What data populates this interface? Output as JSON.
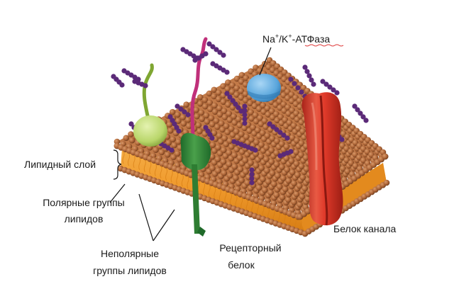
{
  "labels": {
    "atpase_na": "Na",
    "atpase_sup1": "+",
    "atpase_mid": "/K",
    "atpase_sup2": "+",
    "atpase_rest": "-АТФаза",
    "lipid_layer": "Липидный слой",
    "polar_line1": "Полярные группы",
    "polar_line2": "липидов",
    "nonpolar_line1": "Неполярные",
    "nonpolar_line2": "группы липидов",
    "receptor_line1": "Рецепторный",
    "receptor_line2": "белок",
    "channel": "Белок канала"
  },
  "icons": [
    "lipid-head",
    "lipid-tail",
    "glycan-bead",
    "atpase-protein",
    "receptor-protein",
    "channel-protein",
    "glycoprotein"
  ],
  "colors": {
    "lipid_head": "#b0683a",
    "lipid_head_shadow": "#7a4220",
    "tail_band": "#f09a2c",
    "tail_band_dark": "#d77d14",
    "glycan": "#5b2a78",
    "glycan_chain": "#4a1f62",
    "atpase": "#5aa6dc",
    "receptor": "#3a8a3a",
    "receptor_dark": "#1f6a2a",
    "receptor_stalk": "#c0307a",
    "channel": "#e03a2a",
    "channel_dark": "#a9231a",
    "glycoprotein": "#b9d66a",
    "glycoprotein_stalk": "#7fa632",
    "spell_underline": "#d33"
  }
}
